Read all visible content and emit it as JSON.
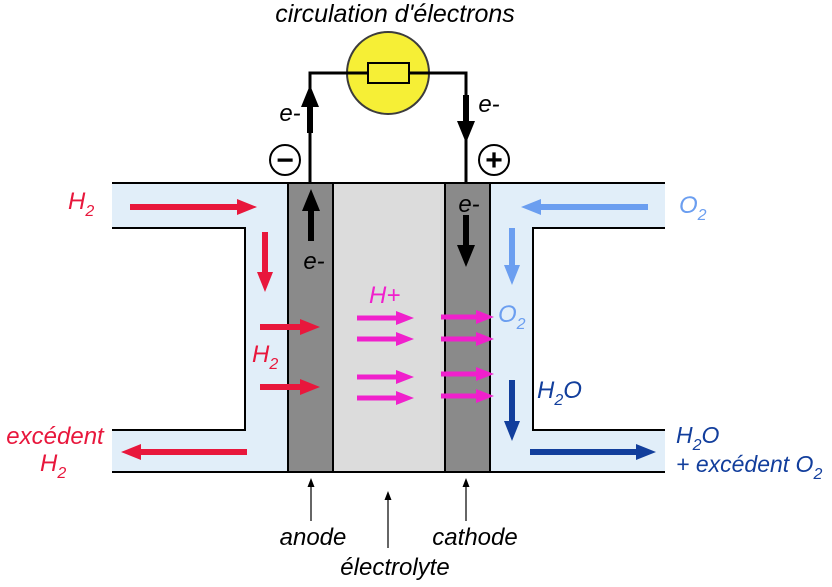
{
  "title": "circulation d'électrons",
  "colors": {
    "hydrogen": "#e8173c",
    "oxygen": "#6b9ef0",
    "water": "#123e9c",
    "proton": "#f020cc",
    "electron": "#000000",
    "channel": "#e1eef9",
    "electrode": "#8a8a8a",
    "electrolyte": "#dcdcdc",
    "lamp": "#f6ef36"
  },
  "circuit": {
    "electron_up": "e-",
    "electron_down": "e-",
    "negative_terminal": "−",
    "positive_terminal": "+"
  },
  "anode_side": {
    "electron": "e-",
    "h2_inlet": {
      "base": "H",
      "sub": "2"
    },
    "h2_reacting": {
      "base": "H",
      "sub": "2"
    },
    "excess": {
      "line1": "excédent",
      "base": "H",
      "sub": "2"
    }
  },
  "electrolyte_region": {
    "ion": "H+"
  },
  "cathode_side": {
    "electron": "e-",
    "o2_inlet": {
      "base": "O",
      "sub": "2"
    },
    "o2_reacting": {
      "base": "O",
      "sub": "2"
    },
    "water_formed": {
      "base": "H",
      "sub": "2",
      "tail": "O"
    },
    "outlet": {
      "line1_base": "H",
      "line1_sub": "2",
      "line1_tail": "O",
      "line2_base": "+ excédent O",
      "line2_sub": "2"
    }
  },
  "labels": {
    "anode": "anode",
    "electrolyte": "électrolyte",
    "cathode": "cathode"
  }
}
